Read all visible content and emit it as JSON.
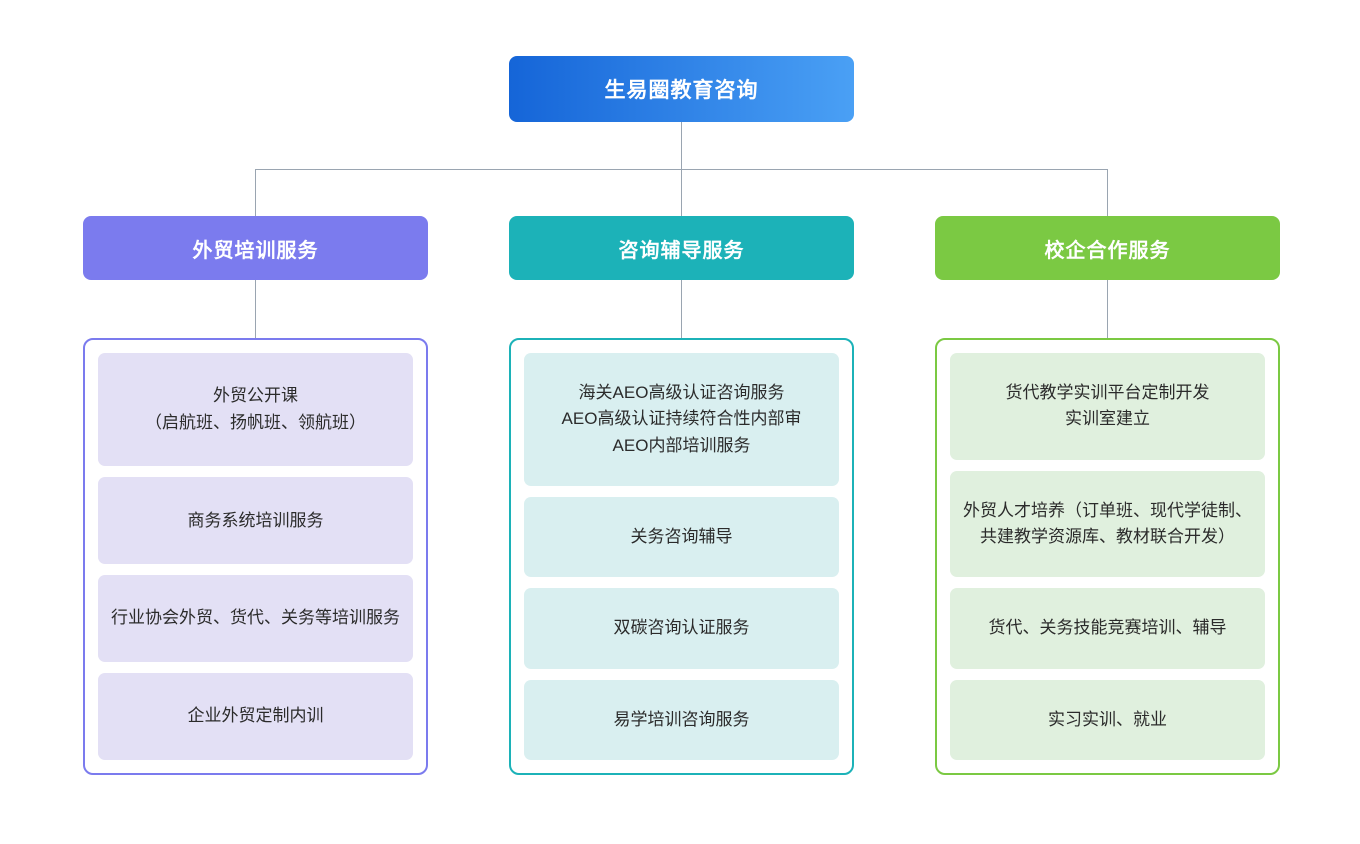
{
  "root": {
    "label": "生易圈教育咨询",
    "gradient_from": "#1565d8",
    "gradient_to": "#4aa0f5"
  },
  "connector_color": "#9aa5b1",
  "columns": [
    {
      "id": "foreign-trade-training",
      "header": "外贸培训服务",
      "header_color": "#7b7bee",
      "panel_border_color": "#7b7bee",
      "leaf_bg": "#e3e0f5",
      "items": [
        {
          "label": "外贸公开课\n（启航班、扬帆班、领航班）"
        },
        {
          "label": "商务系统培训服务"
        },
        {
          "label": "行业协会外贸、货代、关务等培训服务"
        },
        {
          "label": "企业外贸定制内训"
        }
      ]
    },
    {
      "id": "consulting-tutoring",
      "header": "咨询辅导服务",
      "header_color": "#1cb2b8",
      "panel_border_color": "#1cb2b8",
      "leaf_bg": "#d9eff0",
      "items": [
        {
          "label": "海关AEO高级认证咨询服务\nAEO高级认证持续符合性内部审\nAEO内部培训服务"
        },
        {
          "label": "关务咨询辅导"
        },
        {
          "label": "双碳咨询认证服务"
        },
        {
          "label": "易学培训咨询服务"
        }
      ]
    },
    {
      "id": "school-enterprise-cooperation",
      "header": "校企合作服务",
      "header_color": "#7bc943",
      "panel_border_color": "#7bc943",
      "leaf_bg": "#e0f0de",
      "items": [
        {
          "label": "货代教学实训平台定制开发\n实训室建立"
        },
        {
          "label": "外贸人才培养（订单班、现代学徒制、共建教学资源库、教材联合开发）"
        },
        {
          "label": "货代、关务技能竞赛培训、辅导"
        },
        {
          "label": "实习实训、就业"
        }
      ]
    }
  ]
}
